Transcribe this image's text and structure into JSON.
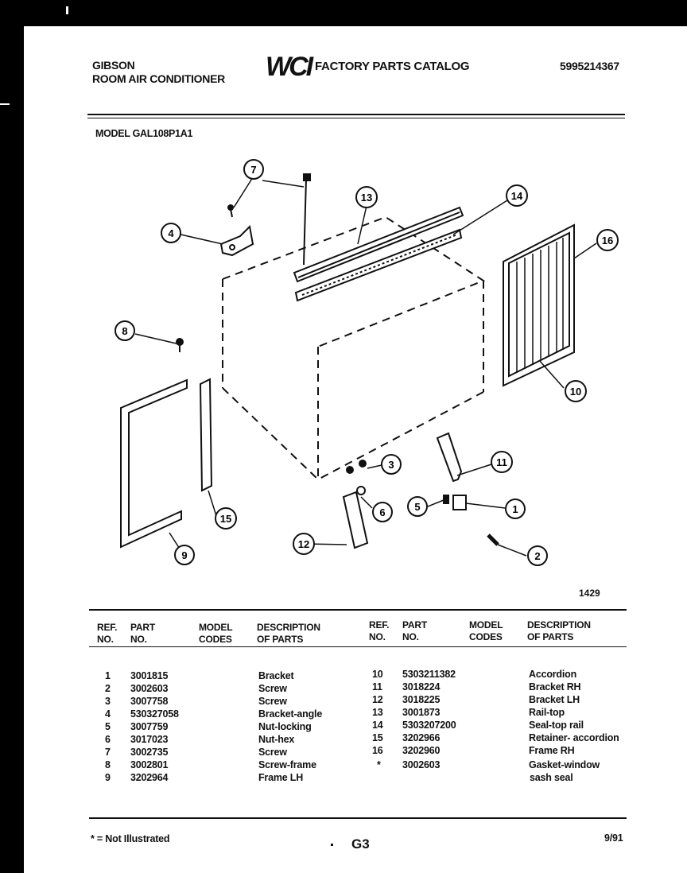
{
  "header": {
    "brand": "GIBSON",
    "product": "ROOM AIR CONDITIONER",
    "logo_text": "WCI",
    "catalog_title": "FACTORY PARTS CATALOG",
    "catalog_number": "5995214367",
    "model": "MODEL GAL108P1A1"
  },
  "diagram": {
    "figure_number": "1429",
    "callouts": [
      "1",
      "2",
      "3",
      "4",
      "5",
      "6",
      "7",
      "8",
      "9",
      "10",
      "11",
      "12",
      "13",
      "14",
      "15",
      "16"
    ]
  },
  "table": {
    "left_headers": {
      "ref": "REF.\nNO.",
      "part": "PART\nNO.",
      "codes": "MODEL\nCODES",
      "desc": "DESCRIPTION\nOF PARTS"
    },
    "right_headers": {
      "ref": "REF.\nNO.",
      "part": "PART\nNO.",
      "codes": "MODEL\nCODES",
      "desc": "DESCRIPTION\nOF PARTS"
    },
    "left_rows": [
      {
        "ref": "1",
        "part": "3001815",
        "desc": "Bracket"
      },
      {
        "ref": "2",
        "part": "3002603",
        "desc": "Screw"
      },
      {
        "ref": "3",
        "part": "3007758",
        "desc": "Screw"
      },
      {
        "ref": "4",
        "part": "530327058",
        "desc": "Bracket-angle"
      },
      {
        "ref": "5",
        "part": "3007759",
        "desc": "Nut-locking"
      },
      {
        "ref": "6",
        "part": "3017023",
        "desc": "Nut-hex"
      },
      {
        "ref": "7",
        "part": "3002735",
        "desc": "Screw"
      },
      {
        "ref": "8",
        "part": "3002801",
        "desc": "Screw-frame"
      },
      {
        "ref": "9",
        "part": "3202964",
        "desc": "Frame LH"
      }
    ],
    "right_rows": [
      {
        "ref": "10",
        "part": "5303211382",
        "desc": "Accordion"
      },
      {
        "ref": "11",
        "part": "3018224",
        "desc": "Bracket RH"
      },
      {
        "ref": "12",
        "part": "3018225",
        "desc": "Bracket LH"
      },
      {
        "ref": "13",
        "part": "3001873",
        "desc": "Rail-top"
      },
      {
        "ref": "14",
        "part": "5303207200",
        "desc": "Seal-top rail"
      },
      {
        "ref": "15",
        "part": "3202966",
        "desc": "Retainer- accordion"
      },
      {
        "ref": "16",
        "part": "3202960",
        "desc": "Frame RH"
      },
      {
        "ref": "*",
        "part": "3002603",
        "desc": "Gasket-window"
      },
      {
        "ref": "",
        "part": "",
        "desc": "sash seal"
      }
    ]
  },
  "footer": {
    "note": "* = Not Illustrated",
    "page": "G3",
    "date": "9/91"
  }
}
